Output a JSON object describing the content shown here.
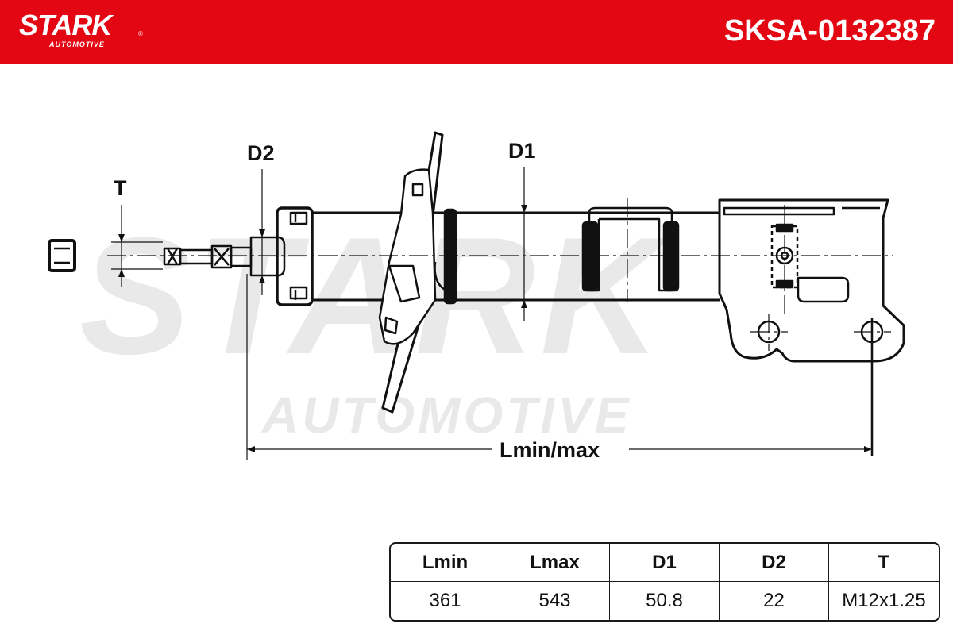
{
  "header": {
    "brand": "STARK",
    "brand_sub": "AUTOMOTIVE",
    "registered_mark": "®",
    "part_number": "SKSA-0132387",
    "background_color": "#e30613"
  },
  "watermark": {
    "brand": "STARK",
    "sub": "AUTOMOTIVE"
  },
  "drawing_labels": {
    "t": "T",
    "d2": "D2",
    "d1": "D1",
    "length": "Lmin/max"
  },
  "specs": {
    "headers": [
      "Lmin",
      "Lmax",
      "D1",
      "D2",
      "T"
    ],
    "values": [
      "361",
      "543",
      "50.8",
      "22",
      "M12x1.25"
    ]
  }
}
